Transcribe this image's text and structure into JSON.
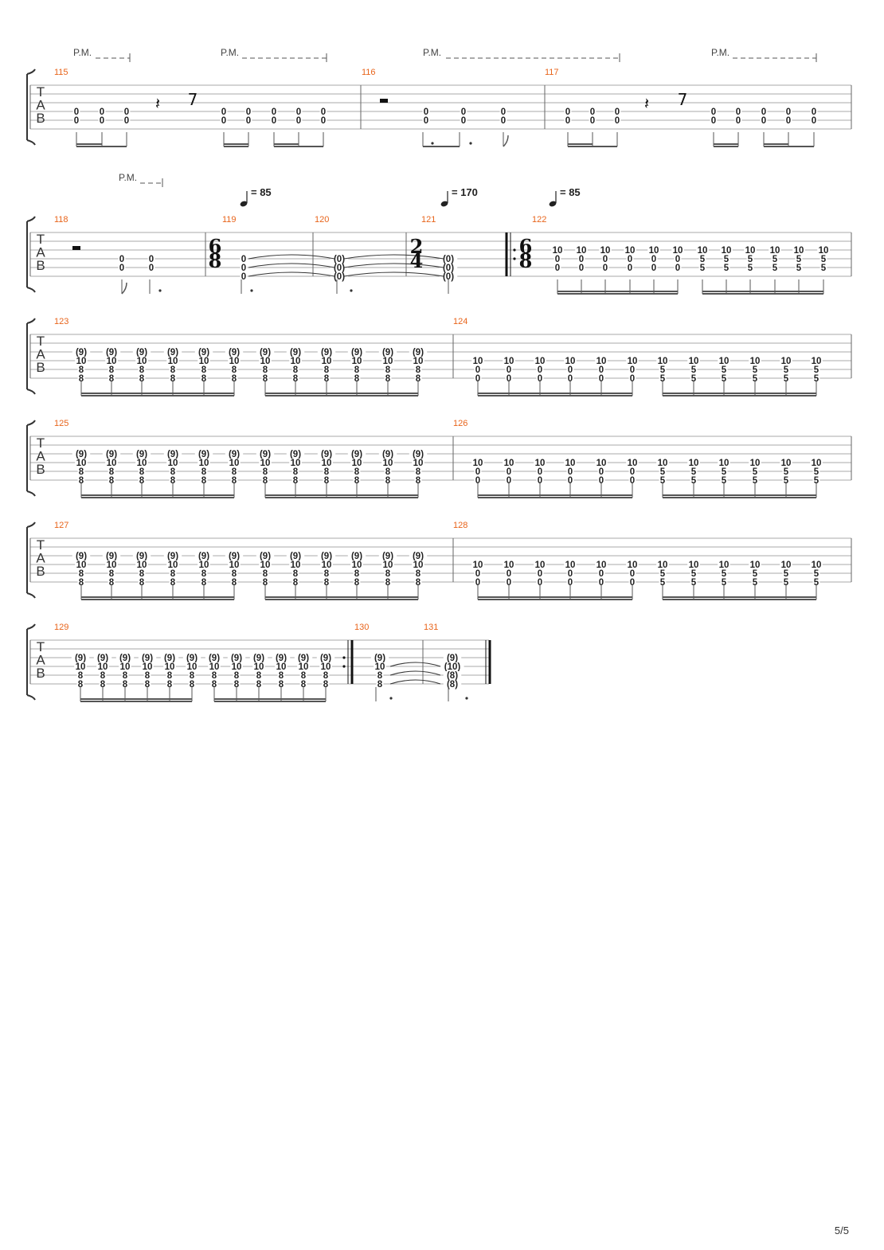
{
  "page": {
    "number": "5/5"
  },
  "labels": {
    "palm_mute": "P.M.",
    "tab": [
      "T",
      "A",
      "B"
    ]
  },
  "tempi": [
    {
      "value": "= 85"
    },
    {
      "value": "= 170"
    },
    {
      "value": "= 85"
    }
  ],
  "time_signatures": [
    {
      "top": "6",
      "bottom": "8"
    },
    {
      "top": "2",
      "bottom": "4"
    },
    {
      "top": "6",
      "bottom": "8"
    }
  ],
  "rows": [
    {
      "bars": [
        {
          "number": "115",
          "chords": [
            [
              "0",
              "0"
            ],
            [
              "0",
              "0"
            ],
            [
              "0",
              "0"
            ],
            [
              "0",
              "0"
            ],
            [
              "0",
              "0"
            ],
            [
              "0",
              "0"
            ],
            [
              "0",
              "0"
            ],
            [
              "0",
              "0"
            ]
          ]
        },
        {
          "number": "116",
          "chords": [
            [
              "0",
              "0"
            ],
            [
              "0",
              "0"
            ],
            [
              "0",
              "0"
            ]
          ]
        },
        {
          "number": "117",
          "chords": [
            [
              "0",
              "0"
            ],
            [
              "0",
              "0"
            ],
            [
              "0",
              "0"
            ],
            [
              "0",
              "0"
            ],
            [
              "0",
              "0"
            ],
            [
              "0",
              "0"
            ],
            [
              "0",
              "0"
            ],
            [
              "0",
              "0"
            ]
          ]
        }
      ]
    },
    {
      "bars": [
        {
          "number": "118",
          "chords": [
            [
              "0",
              "0"
            ],
            [
              "0",
              "0"
            ]
          ]
        },
        {
          "number": "119",
          "chords": [
            [
              "0",
              "0",
              "0"
            ]
          ]
        },
        {
          "number": "120",
          "chords": [
            [
              "(0)",
              "(0)",
              "(0)"
            ]
          ]
        },
        {
          "number": "121",
          "chords": [
            [
              "(0)",
              "(0)",
              "(0)"
            ]
          ]
        },
        {
          "number": "122",
          "chords": [
            [
              "10",
              "0",
              "0"
            ],
            [
              "10",
              "0",
              "0"
            ],
            [
              "10",
              "0",
              "0"
            ],
            [
              "10",
              "0",
              "0"
            ],
            [
              "10",
              "0",
              "0"
            ],
            [
              "10",
              "0",
              "0"
            ],
            [
              "10",
              "5",
              "5"
            ],
            [
              "10",
              "5",
              "5"
            ],
            [
              "10",
              "5",
              "5"
            ],
            [
              "10",
              "5",
              "5"
            ],
            [
              "10",
              "5",
              "5"
            ],
            [
              "10",
              "5",
              "5"
            ]
          ]
        }
      ]
    },
    {
      "bars": [
        {
          "number": "123",
          "chords": [
            [
              "(9)",
              "10",
              "8",
              "8"
            ],
            [
              "(9)",
              "10",
              "8",
              "8"
            ],
            [
              "(9)",
              "10",
              "8",
              "8"
            ],
            [
              "(9)",
              "10",
              "8",
              "8"
            ],
            [
              "(9)",
              "10",
              "8",
              "8"
            ],
            [
              "(9)",
              "10",
              "8",
              "8"
            ],
            [
              "(9)",
              "10",
              "8",
              "8"
            ],
            [
              "(9)",
              "10",
              "8",
              "8"
            ],
            [
              "(9)",
              "10",
              "8",
              "8"
            ],
            [
              "(9)",
              "10",
              "8",
              "8"
            ],
            [
              "(9)",
              "10",
              "8",
              "8"
            ],
            [
              "(9)",
              "10",
              "8",
              "8"
            ]
          ]
        },
        {
          "number": "124",
          "chords": [
            [
              "10",
              "0",
              "0"
            ],
            [
              "10",
              "0",
              "0"
            ],
            [
              "10",
              "0",
              "0"
            ],
            [
              "10",
              "0",
              "0"
            ],
            [
              "10",
              "0",
              "0"
            ],
            [
              "10",
              "0",
              "0"
            ],
            [
              "10",
              "5",
              "5"
            ],
            [
              "10",
              "5",
              "5"
            ],
            [
              "10",
              "5",
              "5"
            ],
            [
              "10",
              "5",
              "5"
            ],
            [
              "10",
              "5",
              "5"
            ],
            [
              "10",
              "5",
              "5"
            ]
          ]
        }
      ]
    },
    {
      "bars": [
        {
          "number": "125",
          "chords": [
            [
              "(9)",
              "10",
              "8",
              "8"
            ],
            [
              "(9)",
              "10",
              "8",
              "8"
            ],
            [
              "(9)",
              "10",
              "8",
              "8"
            ],
            [
              "(9)",
              "10",
              "8",
              "8"
            ],
            [
              "(9)",
              "10",
              "8",
              "8"
            ],
            [
              "(9)",
              "10",
              "8",
              "8"
            ],
            [
              "(9)",
              "10",
              "8",
              "8"
            ],
            [
              "(9)",
              "10",
              "8",
              "8"
            ],
            [
              "(9)",
              "10",
              "8",
              "8"
            ],
            [
              "(9)",
              "10",
              "8",
              "8"
            ],
            [
              "(9)",
              "10",
              "8",
              "8"
            ],
            [
              "(9)",
              "10",
              "8",
              "8"
            ]
          ]
        },
        {
          "number": "126",
          "chords": [
            [
              "10",
              "0",
              "0"
            ],
            [
              "10",
              "0",
              "0"
            ],
            [
              "10",
              "0",
              "0"
            ],
            [
              "10",
              "0",
              "0"
            ],
            [
              "10",
              "0",
              "0"
            ],
            [
              "10",
              "0",
              "0"
            ],
            [
              "10",
              "5",
              "5"
            ],
            [
              "10",
              "5",
              "5"
            ],
            [
              "10",
              "5",
              "5"
            ],
            [
              "10",
              "5",
              "5"
            ],
            [
              "10",
              "5",
              "5"
            ],
            [
              "10",
              "5",
              "5"
            ]
          ]
        }
      ]
    },
    {
      "bars": [
        {
          "number": "127",
          "chords": [
            [
              "(9)",
              "10",
              "8",
              "8"
            ],
            [
              "(9)",
              "10",
              "8",
              "8"
            ],
            [
              "(9)",
              "10",
              "8",
              "8"
            ],
            [
              "(9)",
              "10",
              "8",
              "8"
            ],
            [
              "(9)",
              "10",
              "8",
              "8"
            ],
            [
              "(9)",
              "10",
              "8",
              "8"
            ],
            [
              "(9)",
              "10",
              "8",
              "8"
            ],
            [
              "(9)",
              "10",
              "8",
              "8"
            ],
            [
              "(9)",
              "10",
              "8",
              "8"
            ],
            [
              "(9)",
              "10",
              "8",
              "8"
            ],
            [
              "(9)",
              "10",
              "8",
              "8"
            ],
            [
              "(9)",
              "10",
              "8",
              "8"
            ]
          ]
        },
        {
          "number": "128",
          "chords": [
            [
              "10",
              "0",
              "0"
            ],
            [
              "10",
              "0",
              "0"
            ],
            [
              "10",
              "0",
              "0"
            ],
            [
              "10",
              "0",
              "0"
            ],
            [
              "10",
              "0",
              "0"
            ],
            [
              "10",
              "0",
              "0"
            ],
            [
              "10",
              "5",
              "5"
            ],
            [
              "10",
              "5",
              "5"
            ],
            [
              "10",
              "5",
              "5"
            ],
            [
              "10",
              "5",
              "5"
            ],
            [
              "10",
              "5",
              "5"
            ],
            [
              "10",
              "5",
              "5"
            ]
          ]
        }
      ]
    },
    {
      "bars": [
        {
          "number": "129",
          "chords": [
            [
              "(9)",
              "10",
              "8",
              "8"
            ],
            [
              "(9)",
              "10",
              "8",
              "8"
            ],
            [
              "(9)",
              "10",
              "8",
              "8"
            ],
            [
              "(9)",
              "10",
              "8",
              "8"
            ],
            [
              "(9)",
              "10",
              "8",
              "8"
            ],
            [
              "(9)",
              "10",
              "8",
              "8"
            ],
            [
              "(9)",
              "10",
              "8",
              "8"
            ],
            [
              "(9)",
              "10",
              "8",
              "8"
            ],
            [
              "(9)",
              "10",
              "8",
              "8"
            ],
            [
              "(9)",
              "10",
              "8",
              "8"
            ],
            [
              "(9)",
              "10",
              "8",
              "8"
            ],
            [
              "(9)",
              "10",
              "8",
              "8"
            ]
          ]
        },
        {
          "number": "130",
          "chords": [
            [
              "(9)",
              "10",
              "8",
              "8"
            ]
          ]
        },
        {
          "number": "131",
          "chords": [
            [
              "(9)",
              "(10)",
              "(8)",
              "(8)"
            ]
          ]
        }
      ]
    }
  ]
}
